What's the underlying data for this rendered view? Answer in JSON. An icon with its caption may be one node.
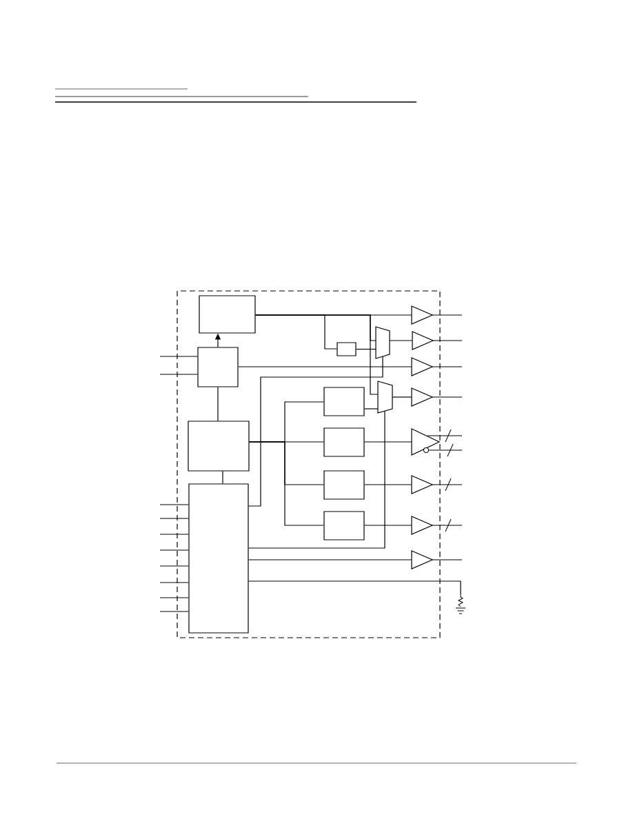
{
  "diagram": {
    "nodes": [
      {
        "text": [],
        "shape": "box"
      },
      {
        "text": [],
        "shape": "box"
      },
      {
        "text": [],
        "shape": "box"
      },
      {
        "text": [],
        "shape": "box"
      },
      {
        "text": [],
        "shape": "box"
      },
      {
        "text": [],
        "shape": "trapezoid"
      },
      {
        "text": [],
        "shape": "trapezoid"
      },
      {
        "text": [],
        "shape": "box"
      },
      {
        "text": [],
        "shape": "box"
      },
      {
        "text": [],
        "shape": "box"
      },
      {
        "text": [],
        "shape": "box"
      },
      {
        "text": [],
        "shape": "triangle"
      },
      {
        "text": [],
        "shape": "triangle"
      },
      {
        "text": [],
        "shape": "triangle"
      },
      {
        "text": [],
        "shape": "triangle"
      },
      {
        "text": [],
        "shape": "triangle"
      },
      {
        "text": [],
        "shape": "triangle"
      },
      {
        "text": [],
        "shape": "triangle"
      },
      {
        "text": [],
        "shape": "triangle"
      },
      {
        "text": [],
        "shape": "ground"
      }
    ],
    "edges": [
      {
        "from": 0,
        "to": 11,
        "arrow": "none"
      },
      {
        "from": 0,
        "to": 4,
        "arrow": "none"
      },
      {
        "from": 0,
        "to": 5,
        "arrow": "none"
      },
      {
        "from": 0,
        "to": 6,
        "arrow": "none"
      },
      {
        "from": 4,
        "to": 5,
        "arrow": "none"
      },
      {
        "from": 1,
        "to": 0,
        "arrow": "to"
      },
      {
        "from": null,
        "to": 1,
        "arrow": "none"
      },
      {
        "from": null,
        "to": 1,
        "arrow": "none"
      },
      {
        "from": 1,
        "to": 13,
        "arrow": "none"
      },
      {
        "from": 2,
        "to": 1,
        "arrow": "none"
      },
      {
        "from": 2,
        "to": 3,
        "arrow": "none"
      },
      {
        "from": 3,
        "to": 5,
        "arrow": "none"
      },
      {
        "from": 2,
        "to": 7,
        "arrow": "none"
      },
      {
        "from": 2,
        "to": 8,
        "arrow": "none"
      },
      {
        "from": 2,
        "to": 9,
        "arrow": "none"
      },
      {
        "from": 2,
        "to": 10,
        "arrow": "none"
      },
      {
        "from": 7,
        "to": 6,
        "arrow": "none"
      },
      {
        "from": 5,
        "to": 12,
        "arrow": "none"
      },
      {
        "from": 6,
        "to": 14,
        "arrow": "none"
      },
      {
        "from": 8,
        "to": 15,
        "arrow": "none"
      },
      {
        "from": 9,
        "to": 16,
        "arrow": "none"
      },
      {
        "from": 10,
        "to": 17,
        "arrow": "none"
      },
      {
        "from": 3,
        "to": 6,
        "arrow": "none"
      },
      {
        "from": 3,
        "to": 18,
        "arrow": "none"
      },
      {
        "from": 3,
        "to": 19,
        "arrow": "none"
      },
      {
        "from": null,
        "to": 3,
        "arrow": "none"
      },
      {
        "from": null,
        "to": 3,
        "arrow": "none"
      },
      {
        "from": null,
        "to": 3,
        "arrow": "none"
      },
      {
        "from": null,
        "to": 3,
        "arrow": "none"
      },
      {
        "from": null,
        "to": 3,
        "arrow": "none"
      },
      {
        "from": null,
        "to": 3,
        "arrow": "none"
      },
      {
        "from": null,
        "to": 3,
        "arrow": "none"
      },
      {
        "from": null,
        "to": 3,
        "arrow": "none"
      },
      {
        "from": 11,
        "to": null,
        "arrow": "none"
      },
      {
        "from": 12,
        "to": null,
        "arrow": "none"
      },
      {
        "from": 13,
        "to": null,
        "arrow": "none"
      },
      {
        "from": 14,
        "to": null,
        "arrow": "none"
      },
      {
        "from": 15,
        "to": null,
        "arrow": "none"
      },
      {
        "from": 15,
        "to": null,
        "arrow": "none"
      },
      {
        "from": 16,
        "to": null,
        "arrow": "none"
      },
      {
        "from": 17,
        "to": null,
        "arrow": "none"
      },
      {
        "from": 18,
        "to": null,
        "arrow": "none"
      }
    ]
  }
}
